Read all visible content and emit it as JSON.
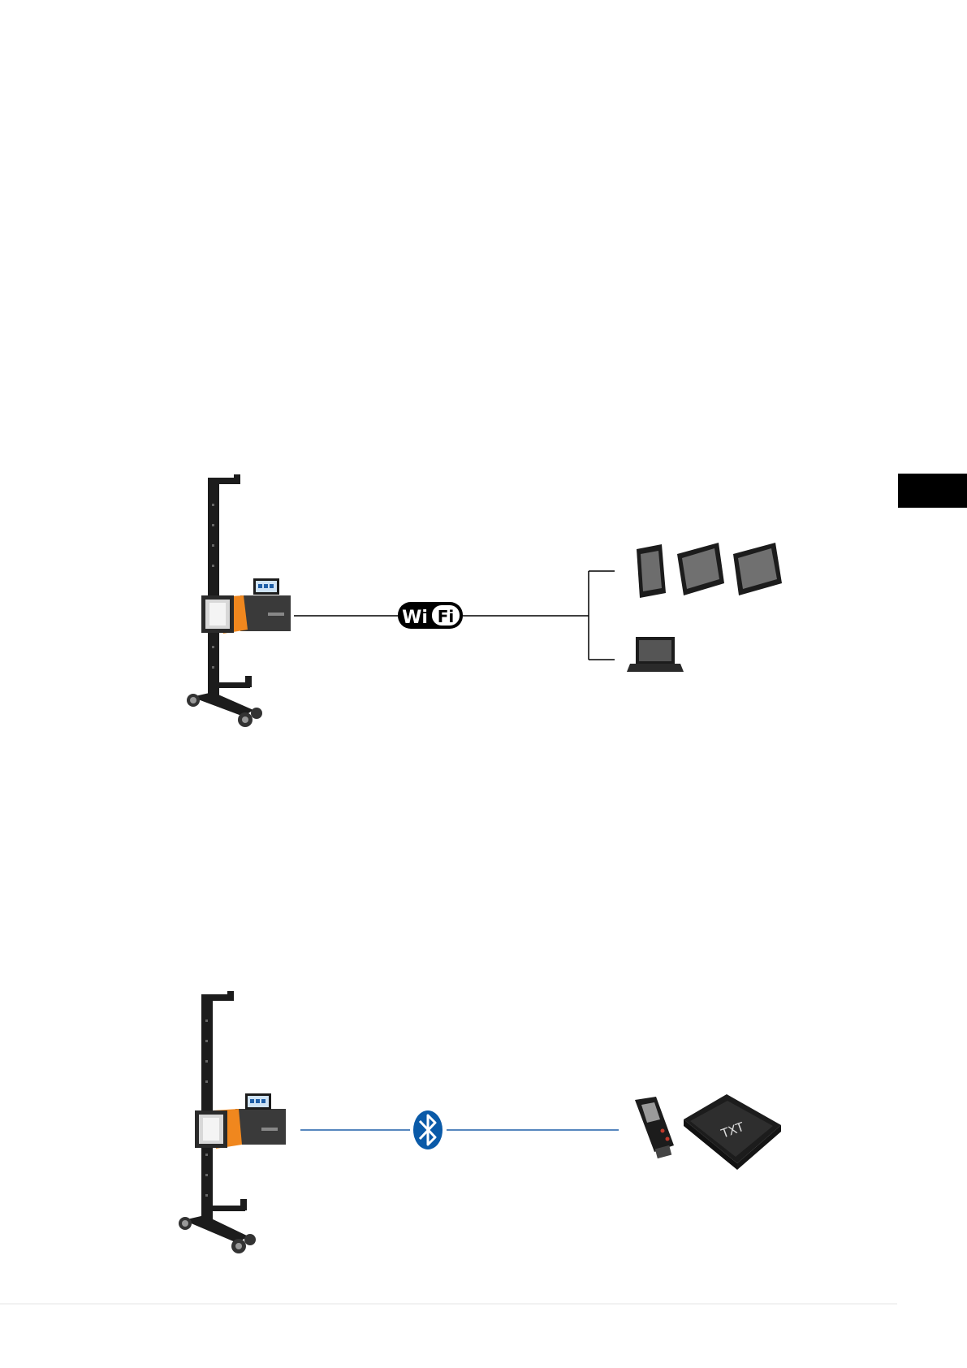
{
  "diagram": {
    "wifi_section": {
      "connection_logo": {
        "text_left": "Wi",
        "text_right": "Fi",
        "icon": "wifi-logo"
      },
      "source_device": {
        "icon": "headlight-tester-stand",
        "screen_label": "■■■"
      },
      "targets": [
        {
          "icon": "rugged-tablet-portrait"
        },
        {
          "icon": "rugged-tablet-landscape"
        },
        {
          "icon": "rugged-tablet-landscape"
        },
        {
          "icon": "laptop"
        }
      ]
    },
    "bluetooth_section": {
      "connection_logo": {
        "icon": "bluetooth-logo"
      },
      "source_device": {
        "icon": "headlight-tester-stand"
      },
      "targets": [
        {
          "icon": "vci-dongle"
        },
        {
          "icon": "txt-diagnostic-box",
          "label": "TXT"
        }
      ]
    },
    "colors": {
      "wifi_line": "#000000",
      "bluetooth_line": "#1f5fa8",
      "bluetooth_badge": "#0a5aa8",
      "device_orange": "#f0871e",
      "stand_black": "#1c1c1c"
    }
  }
}
